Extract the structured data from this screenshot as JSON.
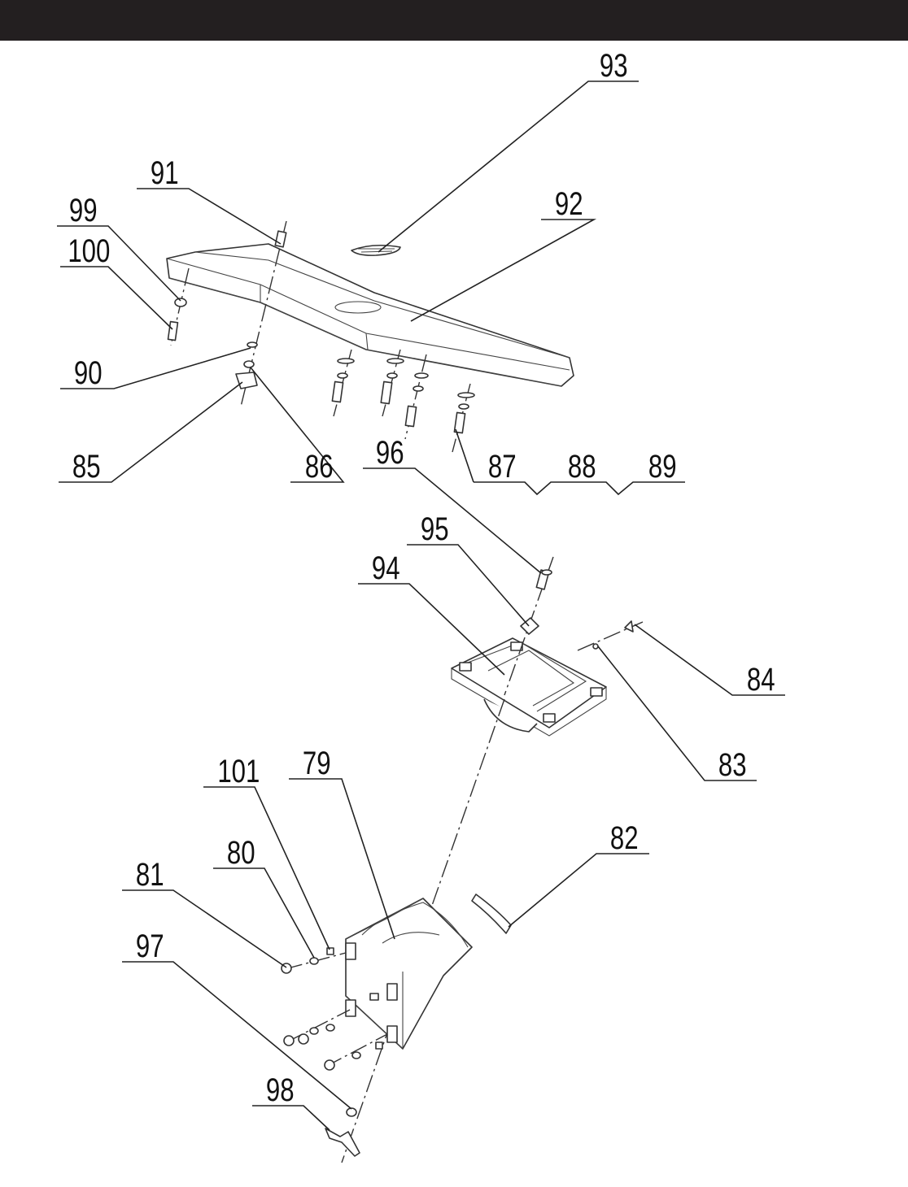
{
  "callouts": {
    "c93": "93",
    "c91": "91",
    "c92": "92",
    "c99": "99",
    "c100": "100",
    "c90": "90",
    "c85": "85",
    "c86": "86",
    "c96": "96",
    "c87": "87",
    "c88": "88",
    "c89": "89",
    "c95": "95",
    "c94": "94",
    "c84": "84",
    "c83": "83",
    "c101": "101",
    "c79": "79",
    "c82": "82",
    "c80": "80",
    "c81": "81",
    "c97": "97",
    "c98": "98"
  }
}
